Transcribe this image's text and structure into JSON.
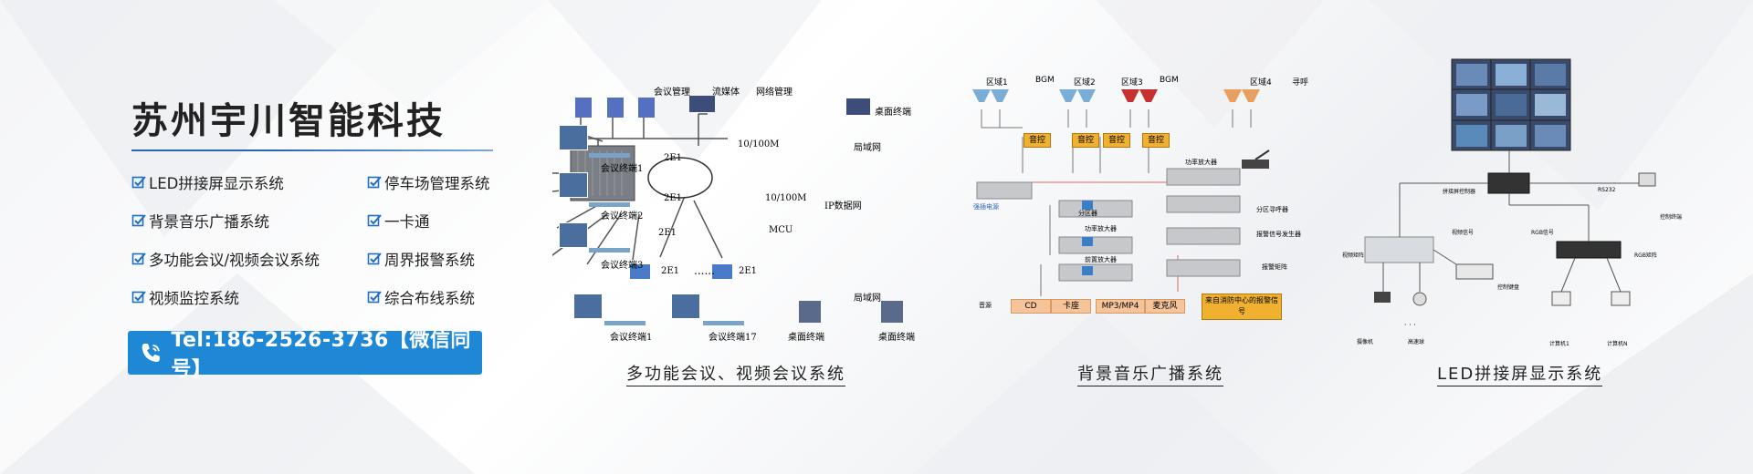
{
  "company": "苏州宇川智能科技",
  "features_left": [
    "LED拼接屏显示系统",
    "背景音乐广播系统",
    "多功能会议/视频会议系统",
    "视频监控系统"
  ],
  "features_right": [
    "停车场管理系统",
    "一卡通",
    "周界报警系统",
    "综合布线系统"
  ],
  "tel": "Tel:186-2526-3736【微信同号】",
  "captions": [
    "多功能会议、视频会议系统",
    "背景音乐广播系统",
    "LED拼接屏显示系统"
  ],
  "conference": {
    "servers": [
      "会议管理",
      "流媒体",
      "网络管理"
    ],
    "link_top": "10/100M",
    "link_ip": "10/100M",
    "ip_cloud": "IP数据网",
    "mcu": "MCU",
    "e1": [
      "2E1",
      "2E1",
      "2E1",
      "2E1",
      "2E1"
    ],
    "terminals_left": [
      "会议终端1",
      "会议终端2",
      "会议终端3"
    ],
    "terminals_bottom": [
      "会议终端1",
      "会议终端17"
    ],
    "dots": "......",
    "desktop_top": "桌面终端",
    "lan_top": "局域网",
    "lan_bottom": "局域网",
    "desktop_bottom": [
      "桌面终端",
      "桌面终端"
    ]
  },
  "audio": {
    "zones": [
      "区域1",
      "区域2",
      "区域3",
      "区域4"
    ],
    "bgm": [
      "BGM",
      "BGM"
    ],
    "paging": "寻呼",
    "volume": [
      "音控",
      "音控",
      "音控",
      "音控"
    ],
    "power_amp": "功率放大器",
    "splitter": "分区器",
    "power_amp2": "功率放大器",
    "preamp": "前置放大器",
    "forced": "强插电源",
    "zone_pager": "分区寻呼器",
    "alarm_gen": "报警信号发生器",
    "alarm_matrix": "报警矩阵",
    "source_label": "音源",
    "sources": [
      "CD",
      "卡座",
      "MP3/MP4",
      "麦克风"
    ],
    "fire": "来自消防中心的报警信号"
  },
  "led": {
    "controller": "拼接屏控制器",
    "video_signal": "视频信号",
    "video_matrix": "视频矩阵",
    "rgb_signal": "RGB信号",
    "rgb_matrix": "RGB矩阵",
    "rs232": "RS232",
    "control_pc": "控制终端",
    "keyboard": "控制键盘",
    "camera": "摄像机",
    "dome": "高速球",
    "pc1": "计算机1",
    "pcn": "计算机N",
    "dots": "· · ·"
  }
}
